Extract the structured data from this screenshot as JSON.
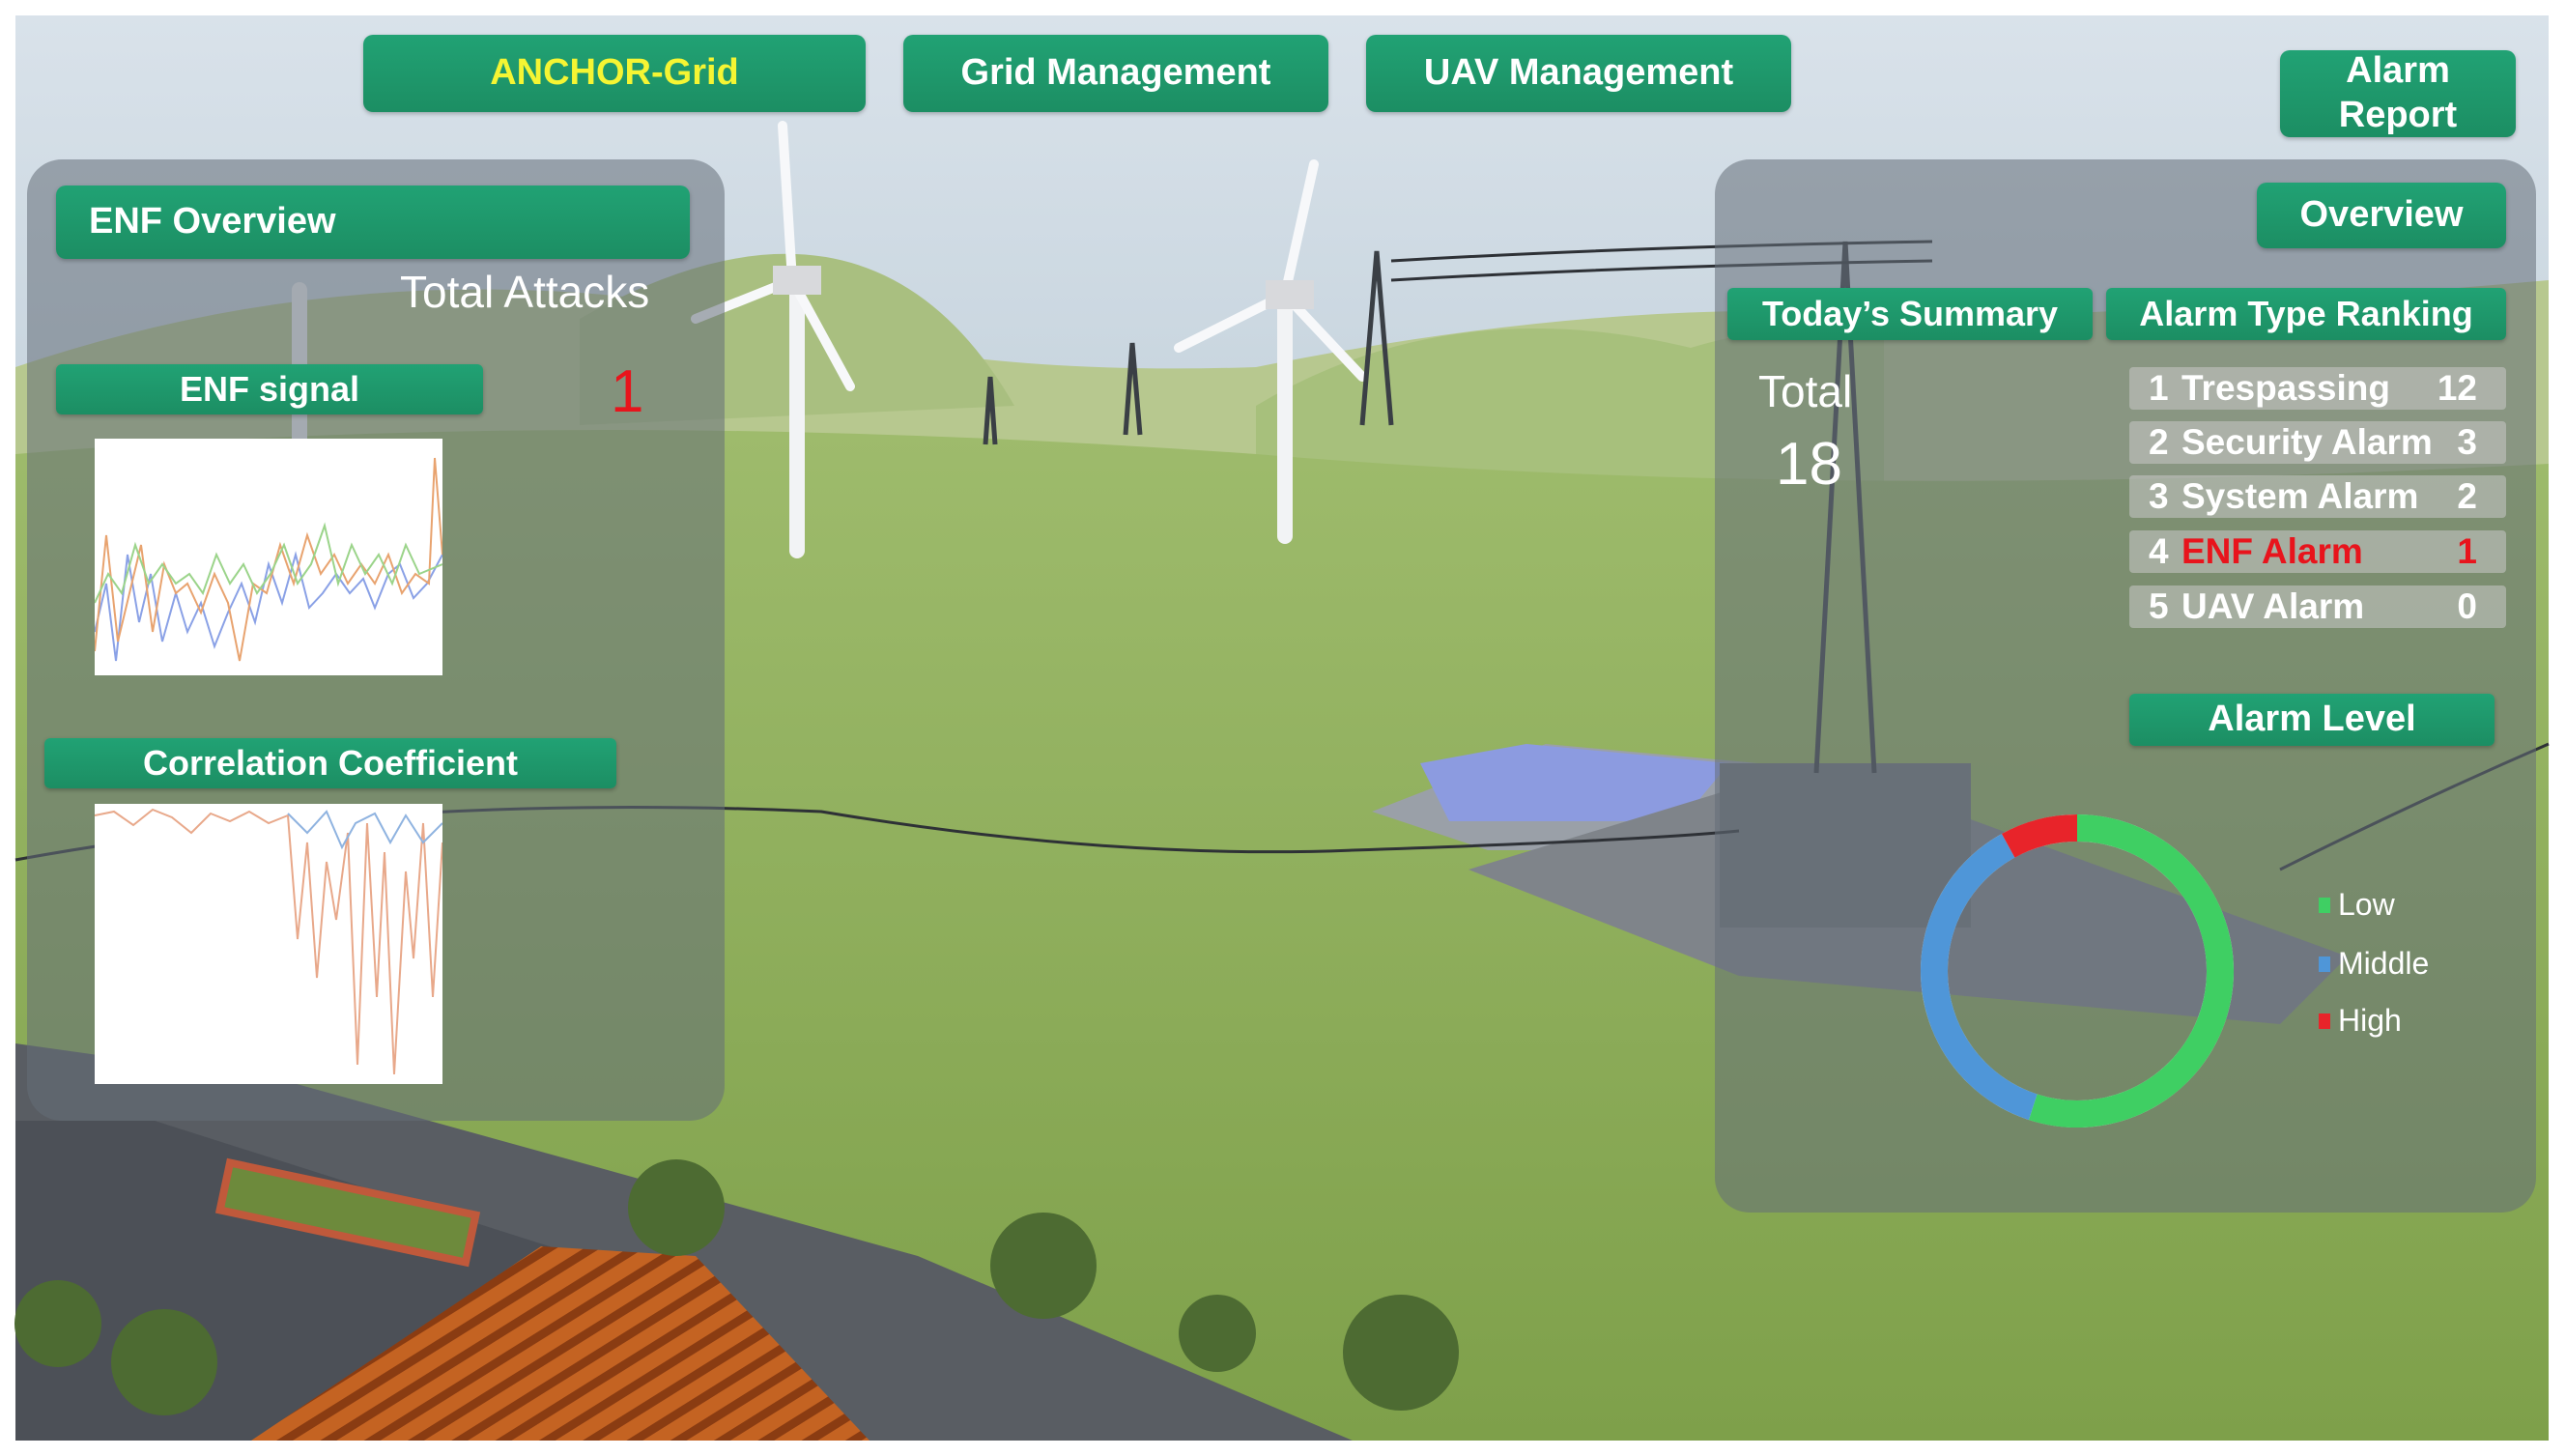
{
  "top_nav": {
    "app_title": "ANCHOR-Grid",
    "grid_management": "Grid Management",
    "uav_management": "UAV Management",
    "alarm_report_line1": "Alarm",
    "alarm_report_line2": "Report"
  },
  "left_panel": {
    "title": "ENF Overview",
    "total_attacks_label": "Total Attacks",
    "total_attacks_value": "1",
    "enf_signal_label": "ENF signal",
    "correlation_label": "Correlation Coefficient"
  },
  "right_panel": {
    "overview_label": "Overview",
    "todays_summary_label": "Today’s Summary",
    "alarm_type_ranking_label": "Alarm Type Ranking",
    "total_label": "Total",
    "total_value": "18",
    "ranking": [
      {
        "rank": "1",
        "name": "Trespassing",
        "count": "12",
        "highlight": false
      },
      {
        "rank": "2",
        "name": "Security Alarm",
        "count": "3",
        "highlight": false
      },
      {
        "rank": "3",
        "name": "System Alarm",
        "count": "2",
        "highlight": false
      },
      {
        "rank": "4",
        "name": "ENF Alarm",
        "count": "1",
        "highlight": true
      },
      {
        "rank": "5",
        "name": "UAV Alarm",
        "count": "0",
        "highlight": false
      }
    ],
    "alarm_level_label": "Alarm Level",
    "alarm_level": {
      "segments": [
        {
          "name": "Low",
          "fraction": 0.55,
          "color": "#3fcf63"
        },
        {
          "name": "Middle",
          "fraction": 0.37,
          "color": "#4f96d8"
        },
        {
          "name": "High",
          "fraction": 0.08,
          "color": "#e8242a"
        }
      ],
      "legend": [
        "Low",
        "Middle",
        "High"
      ]
    }
  },
  "colors": {
    "accent_green": "#1f9a6c",
    "title_yellow": "#f5f533",
    "alarm_red": "#e8141c",
    "panel_gray": "#646e78"
  }
}
